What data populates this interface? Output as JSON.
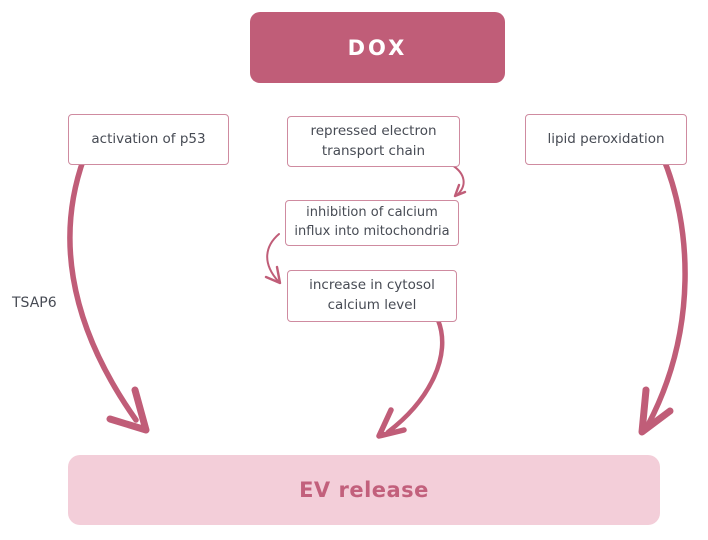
{
  "colors": {
    "rose": "#c05d78",
    "rose_text": "#c2607c",
    "light_pink": "#f3ced9",
    "box_border": "#cf8ba0",
    "text_dark": "#474b54",
    "title_text": "#ffffff"
  },
  "title_box": {
    "label": "DOX"
  },
  "nodes": {
    "p53": {
      "label": "activation of p53"
    },
    "etc": {
      "label": "repressed electron\ntransport chain"
    },
    "lipid": {
      "label": "lipid peroxidation"
    },
    "calcium_influx": {
      "label": "inhibition of calcium\ninflux into mitochondria"
    },
    "cytosol_calcium": {
      "label": "increase in cytosol\ncalcium level"
    }
  },
  "side_label": "TSAP6",
  "bottom_box": {
    "label": "EV release"
  }
}
